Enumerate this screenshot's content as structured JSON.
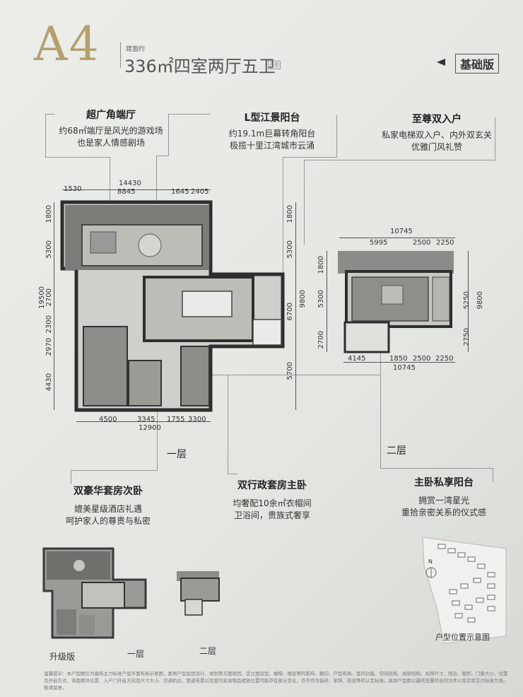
{
  "header": {
    "plan": "A4",
    "area_label": "建面约",
    "area": "336㎡四室两厅五卫",
    "tag": "户型",
    "version": "基础版"
  },
  "features": [
    {
      "title": "超广角端厅",
      "lines": [
        "约68㎡端厅是风光的游戏场",
        "也是家人情感剧场"
      ]
    },
    {
      "title": "L型江景阳台",
      "lines": [
        "约19.1m巨幕转角阳台",
        "极揽十里江湾城市云涌"
      ]
    },
    {
      "title": "至尊双入户",
      "lines": [
        "私家电梯双入户、内外双玄关",
        "优雅门风礼赞"
      ]
    },
    {
      "title": "双豪华套房次卧",
      "lines": [
        "媲美星级酒店礼遇",
        "呵护家人的尊贵与私密"
      ]
    },
    {
      "title": "双行政套房主卧",
      "lines": [
        "均奢配10余㎡衣帽间",
        "卫浴间，贵族式奢享"
      ]
    },
    {
      "title": "主卧私享阳台",
      "lines": [
        "拥赏一湾星光",
        "重拾亲密关系的仪式感"
      ]
    }
  ],
  "floor1": {
    "label": "一层",
    "top_total": "14430",
    "top_dims": [
      "1530",
      "8845",
      "1645",
      "2405"
    ],
    "left_total": "19500",
    "left_dims": [
      "1800",
      "5300",
      "2700",
      "2300",
      "2970",
      "4430"
    ],
    "right_dims": [
      "1800",
      "5300",
      "6700",
      "5700"
    ],
    "bottom_dims": [
      "4500",
      "3345",
      "1755",
      "3300"
    ],
    "bottom_total": "12900"
  },
  "floor2": {
    "label": "二层",
    "top_total": "10745",
    "top_dims": [
      "5995",
      "2500",
      "2250"
    ],
    "bottom_dims": [
      "4145",
      "1850",
      "2500",
      "2250"
    ],
    "bottom_total": "10745",
    "left_total": "9800",
    "left_dims": [
      "1800",
      "5300",
      "2700"
    ],
    "right_dims": [
      "5250",
      "2750"
    ],
    "right_total": "9800"
  },
  "thumbnails": {
    "upgrade": "升级版",
    "floor1": "一层",
    "floor2": "二层",
    "location": "户型位置示意图",
    "north": "N"
  },
  "disclaimer": "温馨提示：本户型图仅为建筑主力标准户型平面布局示意图，案例户型会因设计、规划等方面原因，受立面造型、楼梯、楼层等的影响，朝向、户型布局、室内功能、空间结构、局部结构、局部尺寸、阳台、面积、门窗大小、位置及开启方式、饰面要并位置、入户门开启方向及尺寸大小、空调机位、管道布置以及室内家具物品摆放位置可能存在部分变化，亦不作为装修、家饰、陈设等的认定标准。具体户型图以最终签署的合同文件以及实际交付标准为准。敬请留意。"
}
